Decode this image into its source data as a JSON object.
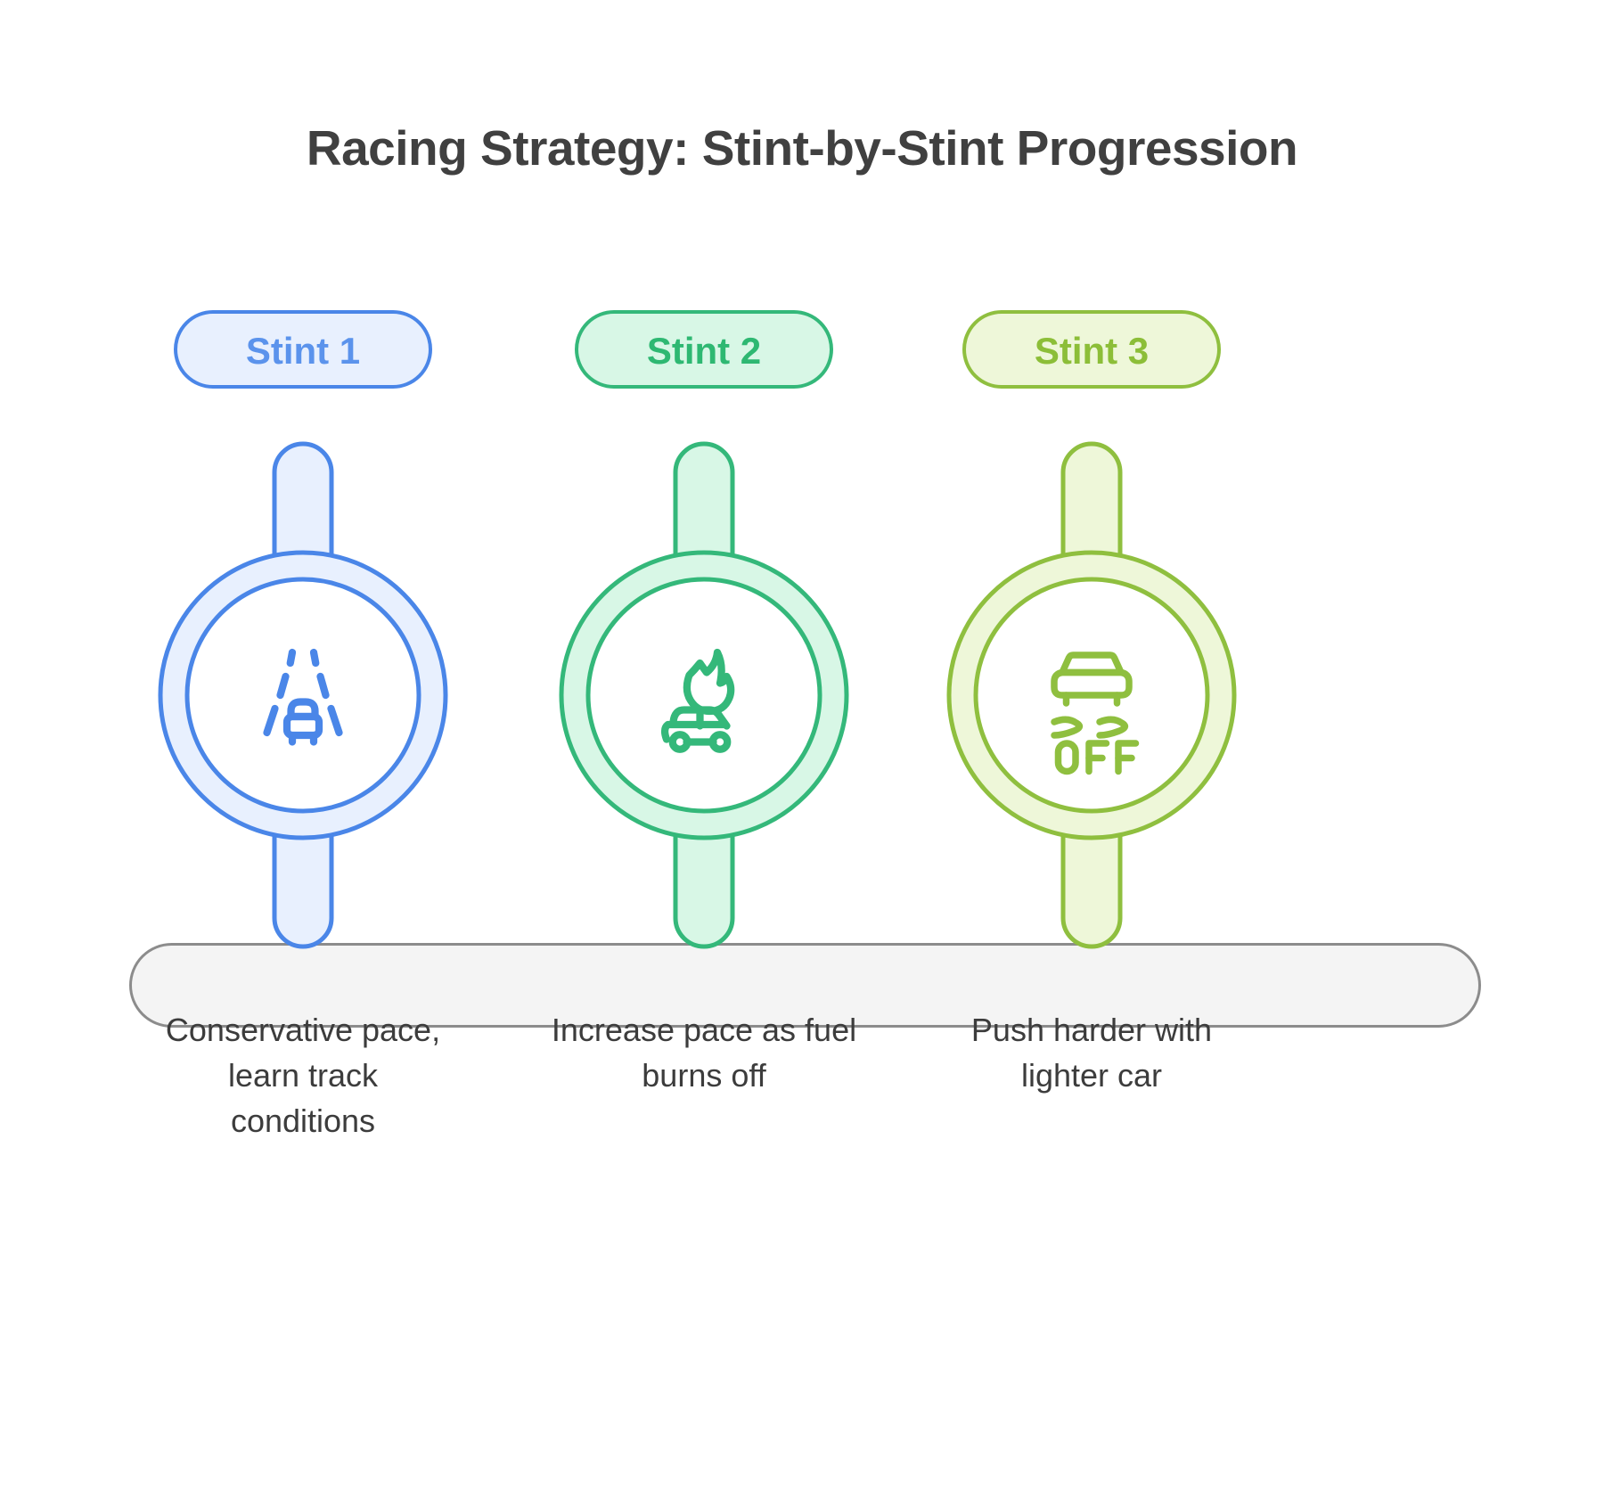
{
  "page": {
    "title": "Racing Strategy: Stint-by-Stint Progression",
    "background_color": "#ffffff",
    "title_color": "#404040"
  },
  "rail": {
    "name": "timeline-connector-rail",
    "fill": "#f4f4f4",
    "stroke": "#8c8c8c"
  },
  "steps": [
    {
      "badge_label": "Stint 1",
      "caption": "Conservative pace, learn track conditions",
      "icon_name": "road-lane-car-icon",
      "accent": "#4a86e8",
      "tint": "#e8f0fe",
      "badge_text_color": "#5b93ec"
    },
    {
      "badge_label": "Stint 2",
      "caption": "Increase pace as fuel burns off",
      "icon_name": "car-on-fire-icon",
      "accent": "#34b87a",
      "tint": "#d8f7e6",
      "badge_text_color": "#2eb872"
    },
    {
      "badge_label": "Stint 3",
      "caption": "Push harder with lighter car",
      "icon_name": "traction-control-off-icon",
      "accent": "#8fbf3f",
      "tint": "#eef7d9",
      "badge_text_color": "#8cbe38",
      "icon_text": "OFF"
    }
  ]
}
